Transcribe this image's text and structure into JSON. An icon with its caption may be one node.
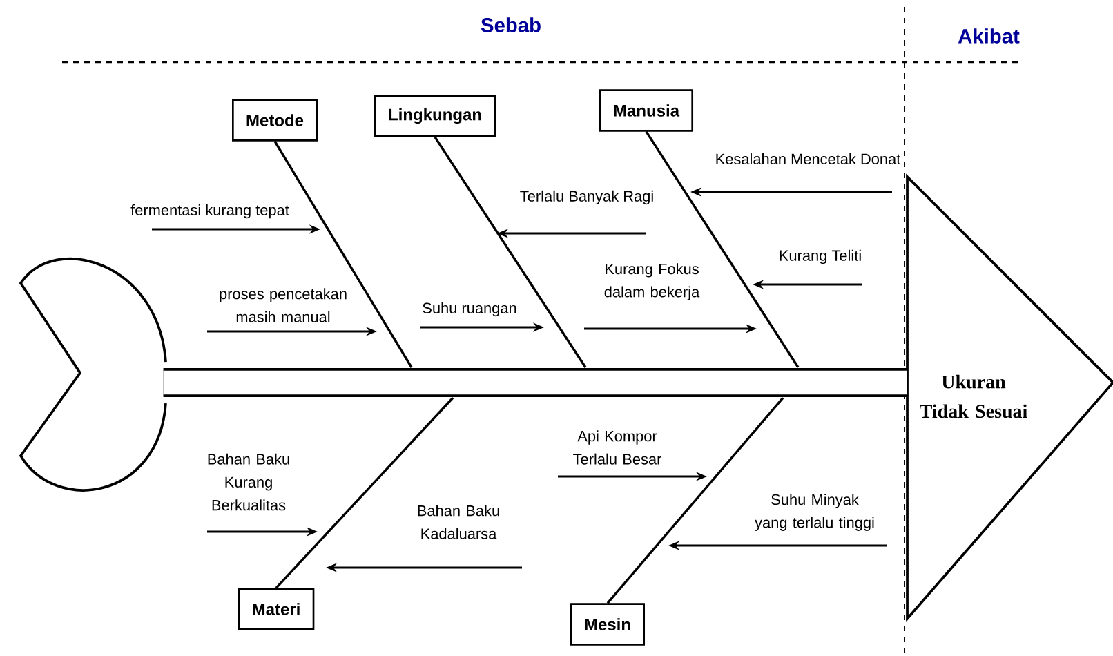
{
  "diagram": {
    "nodes": [
      {
        "text": [
          "Metode"
        ]
      },
      {
        "text": [
          "Lingkungan"
        ]
      },
      {
        "text": [
          "Manusia"
        ]
      },
      {
        "text": [
          "Kesalahan Mencetak Donat"
        ]
      },
      {
        "text": [
          "Terlalu Banyak Ragi"
        ]
      },
      {
        "text": [
          "fermentasi kurang tepat"
        ]
      },
      {
        "text": [
          "Kurang Fokus dalam bekerja"
        ]
      },
      {
        "text": [
          "Kurang Teliti"
        ]
      },
      {
        "text": [
          "proses pencetakan masih manual"
        ]
      },
      {
        "text": [
          "Suhu ruangan"
        ]
      },
      {
        "text": [],
        "shape": "tail"
      },
      {
        "text": [
          "Ukuran Tidak Sesuai"
        ]
      },
      {
        "text": [
          "Api Kompor Terlalu Besar"
        ]
      },
      {
        "text": [
          "Bahan Baku Kurang Berkualitas"
        ]
      },
      {
        "text": [
          "Suhu Minyak yang terlalu tinggi"
        ]
      },
      {
        "text": [
          "Bahan Baku Kadaluarsa"
        ]
      },
      {
        "text": [
          "Materi"
        ]
      },
      {
        "text": [
          "Mesin"
        ]
      }
    ],
    "edges": [
      {
        "from": 10,
        "to": 11,
        "arrow": "none",
        "style": "thick"
      },
      {
        "from": 0,
        "to": null,
        "arrow": "none"
      },
      {
        "from": 1,
        "to": null,
        "arrow": "none"
      },
      {
        "from": 2,
        "to": null,
        "arrow": "none"
      },
      {
        "from": 16,
        "to": null,
        "arrow": "none"
      },
      {
        "from": 17,
        "to": null,
        "arrow": "none"
      },
      {
        "from": 3,
        "to": null,
        "arrow": "to"
      },
      {
        "from": 4,
        "to": null,
        "arrow": "to"
      },
      {
        "from": 5,
        "to": null,
        "arrow": "to"
      },
      {
        "from": 6,
        "to": null,
        "arrow": "to"
      },
      {
        "from": 7,
        "to": null,
        "arrow": "to"
      },
      {
        "from": 8,
        "to": null,
        "arrow": "to"
      },
      {
        "from": 9,
        "to": null,
        "arrow": "to"
      },
      {
        "from": 12,
        "to": null,
        "arrow": "to"
      },
      {
        "from": 13,
        "to": null,
        "arrow": "to"
      },
      {
        "from": 14,
        "to": null,
        "arrow": "to"
      },
      {
        "from": 15,
        "to": null,
        "arrow": "to"
      }
    ],
    "labels": [
      "Sebab",
      "Akibat"
    ]
  }
}
